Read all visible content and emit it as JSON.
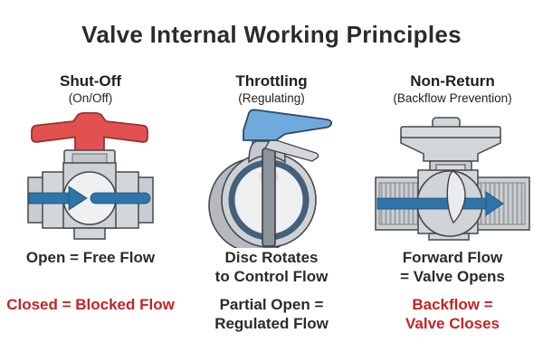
{
  "title": "Valve Internal Working Principles",
  "colors": {
    "background": "#ffffff",
    "text_dark": "#2b2b2b",
    "accent_red": "#c32424",
    "handle_red": "#e2514f",
    "handle_blue": "#70aadd",
    "arrow_blue": "#2e74a8"
  },
  "columns": [
    {
      "heading": "Shut-Off",
      "subheading": "(On/Off)",
      "valve_icon": "ball-valve-icon",
      "captions": [
        {
          "text": "Open = Free Flow",
          "style": "dark"
        },
        {
          "text": "Closed = Blocked Flow",
          "style": "red"
        }
      ]
    },
    {
      "heading": "Throttling",
      "subheading": "(Regulating)",
      "valve_icon": "butterfly-valve-icon",
      "captions": [
        {
          "text": "Disc Rotates\nto Control Flow",
          "style": "dark"
        },
        {
          "text": "Partial Open =\nRegulated Flow",
          "style": "dark"
        }
      ]
    },
    {
      "heading": "Non-Return",
      "subheading": "(Backflow Prevention)",
      "valve_icon": "check-valve-icon",
      "captions": [
        {
          "text": "Forward Flow\n= Valve Opens",
          "style": "dark"
        },
        {
          "text": "Backflow =\nValve Closes",
          "style": "red"
        }
      ]
    }
  ]
}
